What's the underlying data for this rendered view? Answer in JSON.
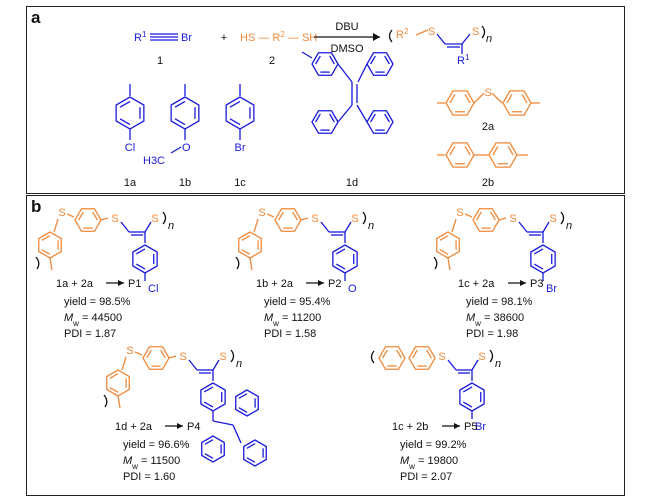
{
  "panel_a": {
    "label": "a",
    "reagent1": {
      "prefix": "R",
      "sup": "1",
      "suffix": "Br",
      "number": "1"
    },
    "plus": "+",
    "reagent2": {
      "left": "HS",
      "mid": "R",
      "sup": "2",
      "right": "SH",
      "number": "2"
    },
    "conditions": {
      "top": "DBU",
      "bottom": "DMSO"
    },
    "product": {
      "r2": "R",
      "r2sup": "2",
      "s1": "S",
      "s2": "S",
      "n": "n",
      "r1": "R",
      "r1sup": "1"
    },
    "monomers": [
      {
        "id": "1a",
        "substituent": "Cl"
      },
      {
        "id": "1b",
        "substituent": "H3C-O"
      },
      {
        "id": "1c",
        "substituent": "Br"
      },
      {
        "id": "1d",
        "substituent": ""
      },
      {
        "id": "2a",
        "substituent": "S"
      },
      {
        "id": "2b",
        "substituent": ""
      }
    ],
    "h3c": "H3C",
    "o": "O"
  },
  "panel_b": {
    "label": "b",
    "polymers": [
      {
        "reaction": "1a + 2a",
        "product": "P1",
        "yield": "yield = 98.5%",
        "mw_label": "M",
        "mw_sub": "w",
        "mw_value": "= 44500",
        "pdi_label": "PDI",
        "pdi_value": "= 1.87",
        "end_group": "Cl"
      },
      {
        "reaction": "1b + 2a",
        "product": "P2",
        "yield": "yield = 95.4%",
        "mw_label": "M",
        "mw_sub": "w",
        "mw_value": "= 11200",
        "pdi_label": "PDI",
        "pdi_value": "= 1.58",
        "end_group": "O"
      },
      {
        "reaction": "1c + 2a",
        "product": "P3",
        "yield": "yield = 98.1%",
        "mw_label": "M",
        "mw_sub": "w",
        "mw_value": "= 38600",
        "pdi_label": "PDI",
        "pdi_value": "= 1.98",
        "end_group": "Br"
      },
      {
        "reaction": "1d + 2a",
        "product": "P4",
        "yield": "yield = 96.6%",
        "mw_label": "M",
        "mw_sub": "w",
        "mw_value": "= 11500",
        "pdi_label": "PDI",
        "pdi_value": "= 1.60",
        "end_group": ""
      },
      {
        "reaction": "1c + 2b",
        "product": "P5",
        "yield": "yield = 99.2%",
        "mw_label": "M",
        "mw_sub": "w",
        "mw_value": "= 19800",
        "pdi_label": "PDI",
        "pdi_value": "= 2.07",
        "end_group": "Br"
      }
    ],
    "s": "S",
    "n": "n"
  },
  "colors": {
    "blue": "#1a1adc",
    "orange": "#f08a3c",
    "black": "#111111"
  }
}
